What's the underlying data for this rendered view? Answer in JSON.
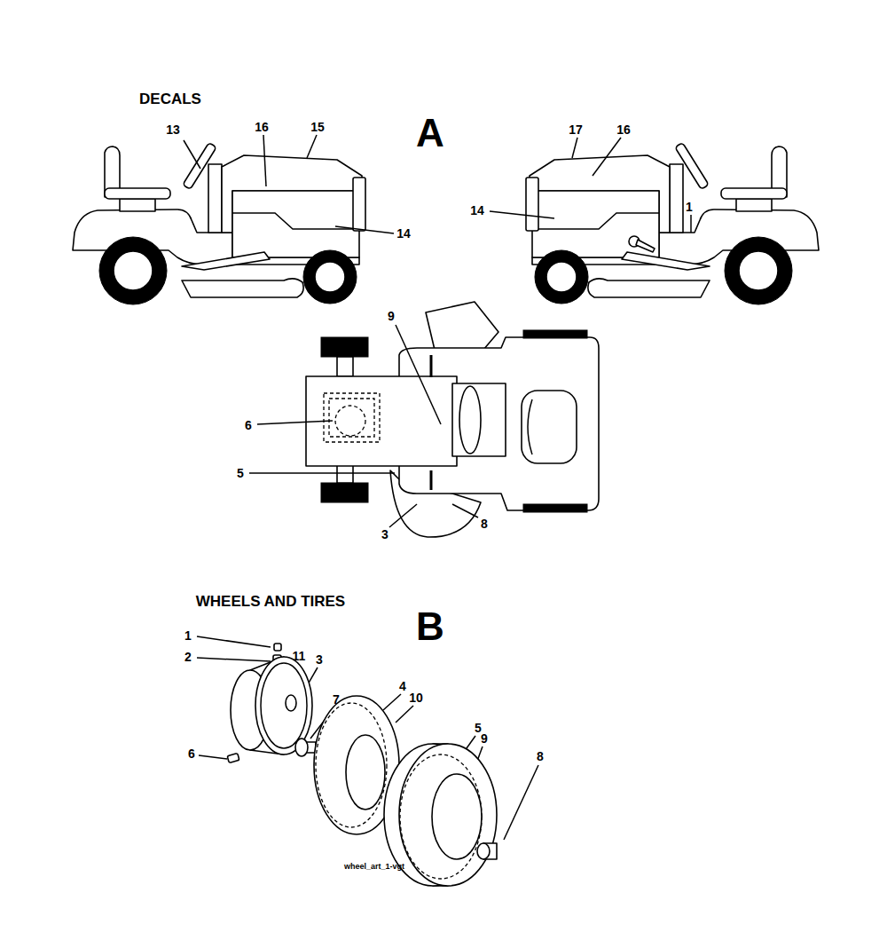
{
  "diagram": {
    "labels": [
      "DECALS",
      "A",
      "13",
      "16",
      "15",
      "17",
      "16",
      "14",
      "14",
      "1",
      "9",
      "6",
      "5",
      "3",
      "8",
      "WHEELS AND TIRES",
      "B",
      "1",
      "2",
      "11",
      "3",
      "7",
      "4",
      "10",
      "6",
      "5",
      "9",
      "8",
      "wheel_art_1-vgt"
    ]
  }
}
